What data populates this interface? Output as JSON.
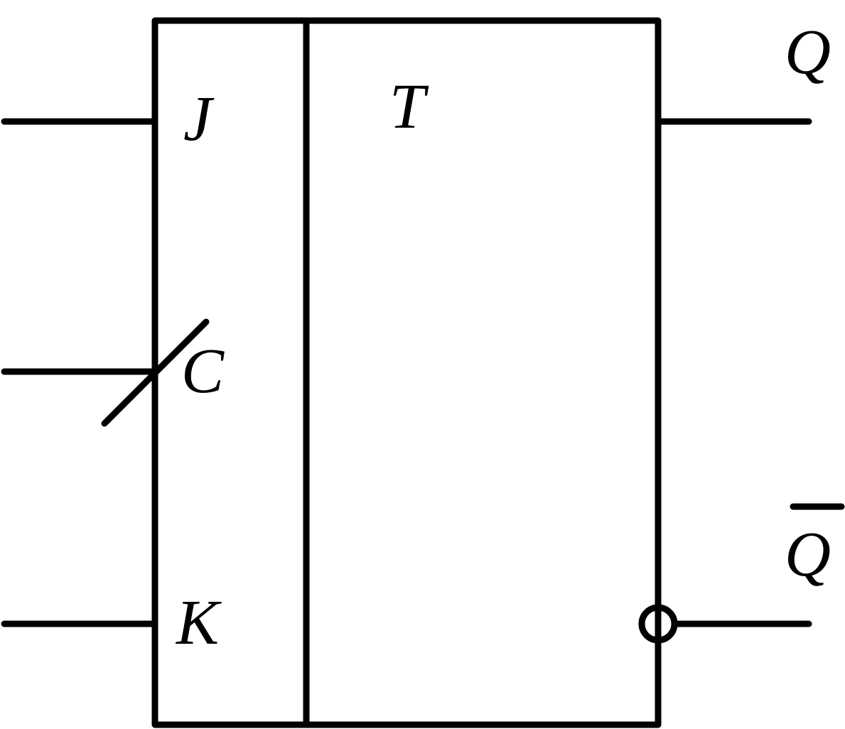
{
  "inputs": {
    "j": "J",
    "c": "C",
    "k": "K"
  },
  "block_label": "T",
  "outputs": {
    "q": "Q",
    "q_bar": "Q"
  },
  "colors": {
    "stroke": "#000000",
    "background": "#ffffff"
  }
}
